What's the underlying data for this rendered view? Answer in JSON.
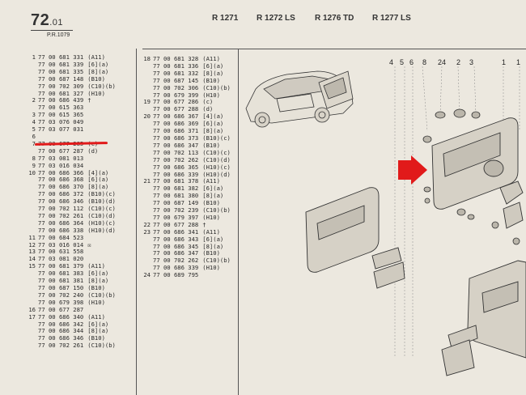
{
  "header": {
    "section": "72",
    "section_sub": ".01",
    "pr": "P.R.1079",
    "models": [
      {
        "prefix": "R",
        "code": "1271",
        "suffix": ""
      },
      {
        "prefix": "R",
        "code": "1272",
        "suffix": "LS"
      },
      {
        "prefix": "R",
        "code": "1276",
        "suffix": "TD"
      },
      {
        "prefix": "R",
        "code": "1277",
        "suffix": "LS"
      }
    ]
  },
  "column1": [
    {
      "i": "1",
      "p": "77 00 681 331",
      "c": "(A11)"
    },
    {
      "i": "",
      "p": "77 00 681 339",
      "c": "[6](a)"
    },
    {
      "i": "",
      "p": "77 00 681 335",
      "c": "[8](a)"
    },
    {
      "i": "",
      "p": "77 00 687 148",
      "c": "(B10)"
    },
    {
      "i": "",
      "p": "77 00 702 309",
      "c": "(C10)(b)"
    },
    {
      "i": "",
      "p": "77 00 681 327",
      "c": "(H10)"
    },
    {
      "i": "2",
      "p": "77 00 686 439",
      "c": "†"
    },
    {
      "i": "",
      "p": "77 00 615 363",
      "c": ""
    },
    {
      "i": "3",
      "p": "77 00 615 365",
      "c": ""
    },
    {
      "i": "4",
      "p": "77 03 076 049",
      "c": ""
    },
    {
      "i": "5",
      "p": "77 03 077 031",
      "c": ""
    },
    {
      "i": "6",
      "p": "",
      "c": ""
    },
    {
      "i": "7",
      "p": "77 00 677 285",
      "c": "(c)"
    },
    {
      "i": "",
      "p": "77 00 677 287",
      "c": "(d)"
    },
    {
      "i": "8",
      "p": "77 03 081 013",
      "c": ""
    },
    {
      "i": "9",
      "p": "77 03 016 034",
      "c": ""
    },
    {
      "i": "10",
      "p": "77 00 686 366",
      "c": "[4](a)"
    },
    {
      "i": "",
      "p": "77 00 686 368",
      "c": "[6](a)"
    },
    {
      "i": "",
      "p": "77 00 686 370",
      "c": "[8](a)"
    },
    {
      "i": "",
      "p": "77 00 686 372",
      "c": "(B10)(c)"
    },
    {
      "i": "",
      "p": "77 00 686 346",
      "c": "(B10)(d)"
    },
    {
      "i": "",
      "p": "77 00 702 112",
      "c": "(C10)(c)"
    },
    {
      "i": "",
      "p": "77 00 702 261",
      "c": "(C10)(d)"
    },
    {
      "i": "",
      "p": "77 00 686 364",
      "c": "(H10)(c)"
    },
    {
      "i": "",
      "p": "77 00 686 338",
      "c": "(H10)(d)"
    },
    {
      "i": "11",
      "p": "77 00 684 523",
      "c": ""
    },
    {
      "i": "12",
      "p": "77 03 016 014",
      "c": "☒"
    },
    {
      "i": "13",
      "p": "77 00 631 558",
      "c": ""
    },
    {
      "i": "14",
      "p": "77 03 081 020",
      "c": ""
    },
    {
      "i": "15",
      "p": "77 00 681 379",
      "c": "(A11)"
    },
    {
      "i": "",
      "p": "77 00 681 383",
      "c": "[6](a)"
    },
    {
      "i": "",
      "p": "77 00 681 381",
      "c": "[8](a)"
    },
    {
      "i": "",
      "p": "77 00 687 150",
      "c": "(B10)"
    },
    {
      "i": "",
      "p": "77 00 702 240",
      "c": "(C10)(b)"
    },
    {
      "i": "",
      "p": "77 00 679 398",
      "c": "(H10)"
    },
    {
      "i": "16",
      "p": "77 00 677 287",
      "c": ""
    },
    {
      "i": "17",
      "p": "77 00 686 340",
      "c": "(A11)"
    },
    {
      "i": "",
      "p": "77 00 686 342",
      "c": "[6](a)"
    },
    {
      "i": "",
      "p": "77 00 686 344",
      "c": "[8](a)"
    },
    {
      "i": "",
      "p": "77 00 686 346",
      "c": "(B10)"
    },
    {
      "i": "",
      "p": "77 00 702 261",
      "c": "(C10)(b)"
    }
  ],
  "column2": [
    {
      "i": "18",
      "p": "77 00 681 328",
      "c": "(A11)"
    },
    {
      "i": "",
      "p": "77 00 681 336",
      "c": "[6](a)"
    },
    {
      "i": "",
      "p": "77 00 681 332",
      "c": "[8](a)"
    },
    {
      "i": "",
      "p": "77 00 687 145",
      "c": "(B10)"
    },
    {
      "i": "",
      "p": "77 00 702 306",
      "c": "(C10)(b)"
    },
    {
      "i": "",
      "p": "77 00 679 399",
      "c": "(H10)"
    },
    {
      "i": "19",
      "p": "77 00 677 286",
      "c": "(c)"
    },
    {
      "i": "",
      "p": "77 00 677 288",
      "c": "(d)"
    },
    {
      "i": "20",
      "p": "77 00 686 367",
      "c": "[4](a)"
    },
    {
      "i": "",
      "p": "77 00 686 369",
      "c": "[6](a)"
    },
    {
      "i": "",
      "p": "77 00 686 371",
      "c": "[8](a)"
    },
    {
      "i": "",
      "p": "77 00 686 373",
      "c": "(B10)(c)"
    },
    {
      "i": "",
      "p": "77 00 686 347",
      "c": "(B10)"
    },
    {
      "i": "",
      "p": "77 00 702 113",
      "c": "(C10)(c)"
    },
    {
      "i": "",
      "p": "77 00 702 262",
      "c": "(C10)(d)"
    },
    {
      "i": "",
      "p": "77 00 686 365",
      "c": "(H10)(c)"
    },
    {
      "i": "",
      "p": "77 00 686 339",
      "c": "(H10)(d)"
    },
    {
      "i": "21",
      "p": "77 00 681 378",
      "c": "(A11)"
    },
    {
      "i": "",
      "p": "77 00 681 382",
      "c": "[6](a)"
    },
    {
      "i": "",
      "p": "77 00 681 380",
      "c": "[8](a)"
    },
    {
      "i": "",
      "p": "77 00 687 149",
      "c": "(B10)"
    },
    {
      "i": "",
      "p": "77 00 702 239",
      "c": "(C10)(b)"
    },
    {
      "i": "",
      "p": "77 00 679 397",
      "c": "(H10)"
    },
    {
      "i": "22",
      "p": "77 00 677 288",
      "c": "†"
    },
    {
      "i": "23",
      "p": "77 00 686 341",
      "c": "(A11)"
    },
    {
      "i": "",
      "p": "77 00 686 343",
      "c": "[6](a)"
    },
    {
      "i": "",
      "p": "77 00 686 345",
      "c": "[8](a)"
    },
    {
      "i": "",
      "p": "77 00 686 347",
      "c": "(B10)"
    },
    {
      "i": "",
      "p": "77 00 702 262",
      "c": "(C10)(b)"
    },
    {
      "i": "",
      "p": "77 00 686 339",
      "c": "(H10)"
    },
    {
      "i": "24",
      "p": "77 00 689 795",
      "c": ""
    }
  ],
  "callouts": [
    {
      "id": "c4",
      "label": "4"
    },
    {
      "id": "c5",
      "label": "5"
    },
    {
      "id": "c6",
      "label": "6"
    },
    {
      "id": "c8",
      "label": "8"
    },
    {
      "id": "c24",
      "label": "24"
    },
    {
      "id": "c2",
      "label": "2"
    },
    {
      "id": "c3",
      "label": "3"
    },
    {
      "id": "c1",
      "label": "1"
    },
    {
      "id": "c1b",
      "label": "1"
    }
  ],
  "colors": {
    "paper": "#ece8df",
    "ink": "#2a2a2a",
    "highlight": "#e11a1a"
  },
  "icons": {
    "pointer": "red-arrow-icon",
    "car": "car-illustration-icon"
  }
}
